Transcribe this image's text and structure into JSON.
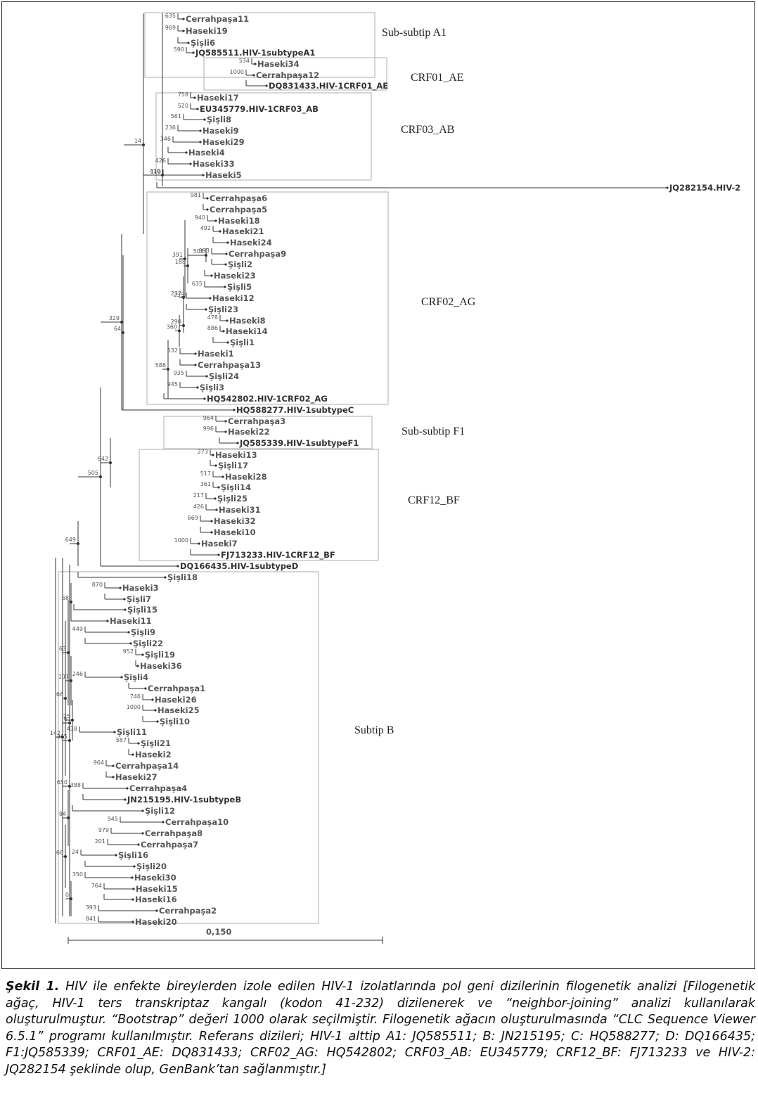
{
  "figure": {
    "scale_label": "0,150",
    "clade_labels": {
      "A1": "Sub-subtip A1",
      "AE": "CRF01_AE",
      "AB": "CRF03_AB",
      "AG": "CRF02_AG",
      "F1": "Sub-subtip F1",
      "BF": "CRF12_BF",
      "B": "Subtip B"
    },
    "leaves": [
      {
        "label": "Cerrahpaşa11",
        "boot": "635"
      },
      {
        "label": "Haseki19",
        "boot": "969"
      },
      {
        "label": "Şişli6",
        "boot": ""
      },
      {
        "label": "JQ585511.HIV-1subtypeA1",
        "boot": "590"
      },
      {
        "label": "Haseki34",
        "boot": "534"
      },
      {
        "label": "Cerrahpaşa12",
        "boot": "1000"
      },
      {
        "label": "DQ831433.HIV-1CRF01_AE",
        "boot": ""
      },
      {
        "label": "Haseki17",
        "boot": "758"
      },
      {
        "label": "EU345779.HIV-1CRF03_AB",
        "boot": "520"
      },
      {
        "label": "Şişli8",
        "boot": "561"
      },
      {
        "label": "Haseki9",
        "boot": "236"
      },
      {
        "label": "Haseki29",
        "boot": "346"
      },
      {
        "label": "Haseki4",
        "boot": ""
      },
      {
        "label": "Haseki33",
        "boot": "426"
      },
      {
        "label": "Haseki5",
        "boot": "110"
      },
      {
        "label": "JQ282154.HIV-2",
        "boot": ""
      },
      {
        "label": "Cerrahpaşa6",
        "boot": "981"
      },
      {
        "label": "Cerrahpaşa5",
        "boot": ""
      },
      {
        "label": "Haseki18",
        "boot": "940"
      },
      {
        "label": "Haseki21",
        "boot": "492"
      },
      {
        "label": "Haseki24",
        "boot": ""
      },
      {
        "label": "Cerrahpaşa9",
        "boot": "993"
      },
      {
        "label": "Şişli2",
        "boot": ""
      },
      {
        "label": "Haseki23",
        "boot": ""
      },
      {
        "label": "Şişli5",
        "boot": "635"
      },
      {
        "label": "Haseki12",
        "boot": "235"
      },
      {
        "label": "Şişli23",
        "boot": ""
      },
      {
        "label": "Haseki8",
        "boot": "478"
      },
      {
        "label": "Haseki14",
        "boot": "886"
      },
      {
        "label": "Şişli1",
        "boot": ""
      },
      {
        "label": "Haseki1",
        "boot": "532"
      },
      {
        "label": "Cerrahpaşa13",
        "boot": ""
      },
      {
        "label": "Şişli24",
        "boot": "935"
      },
      {
        "label": "Şişli3",
        "boot": "945"
      },
      {
        "label": "HQ542802.HIV-1CRF02_AG",
        "boot": ""
      },
      {
        "label": "HQ588277.HIV-1subtypeC",
        "boot": ""
      },
      {
        "label": "Cerrahpaşa3",
        "boot": "964"
      },
      {
        "label": "Haseki22",
        "boot": "996"
      },
      {
        "label": "JQ585339.HIV-1subtypeF1",
        "boot": ""
      },
      {
        "label": "Haseki13",
        "boot": "273"
      },
      {
        "label": "Şişli17",
        "boot": ""
      },
      {
        "label": "Haseki28",
        "boot": "517"
      },
      {
        "label": "Şişli14",
        "boot": "361"
      },
      {
        "label": "Şişli25",
        "boot": "217"
      },
      {
        "label": "Haseki31",
        "boot": "426"
      },
      {
        "label": "Haseki32",
        "boot": "669"
      },
      {
        "label": "Haseki10",
        "boot": ""
      },
      {
        "label": "Haseki7",
        "boot": "1000"
      },
      {
        "label": "FJ713233.HIV-1CRF12_BF",
        "boot": ""
      },
      {
        "label": "DQ166435.HIV-1subtypeD",
        "boot": ""
      },
      {
        "label": "Şişli18",
        "boot": ""
      },
      {
        "label": "Haseki3",
        "boot": "870"
      },
      {
        "label": "Şişli7",
        "boot": ""
      },
      {
        "label": "Şişli15",
        "boot": ""
      },
      {
        "label": "Haseki11",
        "boot": ""
      },
      {
        "label": "Şişli9",
        "boot": "449"
      },
      {
        "label": "Şişli22",
        "boot": ""
      },
      {
        "label": "Şişli19",
        "boot": "952"
      },
      {
        "label": "Haseki36",
        "boot": ""
      },
      {
        "label": "Şişli4",
        "boot": "246"
      },
      {
        "label": "Cerrahpaşa1",
        "boot": ""
      },
      {
        "label": "Haseki26",
        "boot": "746"
      },
      {
        "label": "Haseki25",
        "boot": "1000"
      },
      {
        "label": "Şişli10",
        "boot": ""
      },
      {
        "label": "Şişli11",
        "boot": "418"
      },
      {
        "label": "Şişli21",
        "boot": "587"
      },
      {
        "label": "Haseki2",
        "boot": ""
      },
      {
        "label": "Cerrahpaşa14",
        "boot": "964"
      },
      {
        "label": "Haseki27",
        "boot": ""
      },
      {
        "label": "Cerrahpaşa4",
        "boot": "388"
      },
      {
        "label": "JN215195.HIV-1subtypeB",
        "boot": ""
      },
      {
        "label": "Şişli12",
        "boot": ""
      },
      {
        "label": "Cerrahpaşa10",
        "boot": "945"
      },
      {
        "label": "Cerrahpaşa8",
        "boot": "979"
      },
      {
        "label": "Cerrahpaşa7",
        "boot": "201"
      },
      {
        "label": "Şişli16",
        "boot": "24"
      },
      {
        "label": "Şişli20",
        "boot": ""
      },
      {
        "label": "Haseki30",
        "boot": "350"
      },
      {
        "label": "Haseki15",
        "boot": "764"
      },
      {
        "label": "Haseki16",
        "boot": ""
      },
      {
        "label": "Cerrahpaşa2",
        "boot": "393"
      },
      {
        "label": "Haseki20",
        "boot": "841"
      }
    ],
    "internal_boot": [
      "14",
      "410",
      "64",
      "329",
      "505",
      "649",
      "642",
      "365",
      "142",
      "68",
      "63",
      "66",
      "107",
      "25",
      "6",
      "650",
      "84",
      "66",
      "0",
      "391",
      "188",
      "501",
      "237",
      "360",
      "290",
      "588"
    ]
  },
  "caption": {
    "label": "Şekil 1.",
    "text": " HIV ile enfekte bireylerden izole edilen HIV-1 izolatlarında pol geni dizilerinin filogenetik analizi [Filogenetik ağaç, HIV-1 ters transkriptaz kangalı (kodon 41-232) dizilenerek ve “neighbor-joining” analizi kullanılarak oluşturulmuştur. “Bootstrap” değeri 1000 olarak seçilmiştir. Filogenetik ağacın oluşturulmasında “CLC Sequence Viewer 6.5.1” programı kullanılmıştır. Referans dizileri; HIV-1 alttip A1: JQ585511; B: JN215195; C: HQ588277; D: DQ166435; F1:JQ585339; CRF01_AE: DQ831433; CRF02_AG: HQ542802; CRF03_AB: EU345779; CRF12_BF: FJ713233 ve HIV-2: JQ282154 şeklinde olup, GenBank’tan sağlanmıştır.]"
  }
}
